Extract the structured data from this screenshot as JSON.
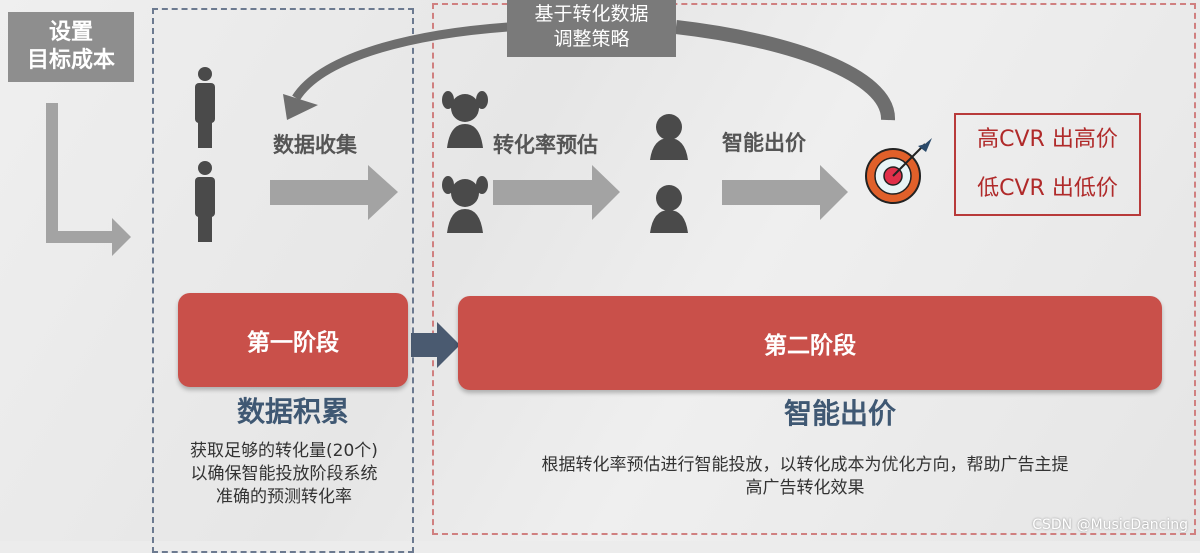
{
  "set_cost": {
    "line1": "设置",
    "line2": "目标成本"
  },
  "feedback": {
    "line1": "基于转化数据",
    "line2": "调整策略"
  },
  "steps": {
    "collect": "数据收集",
    "predict": "转化率预估",
    "bid": "智能出价"
  },
  "cvr": {
    "high": "高CVR 出高价",
    "low": "低CVR 出低价"
  },
  "stage1": {
    "label": "第一阶段",
    "title": "数据积累",
    "desc": [
      "获取足够的转化量(20个)",
      "以确保智能投放阶段系统",
      "准确的预测转化率"
    ]
  },
  "stage2": {
    "label": "第二阶段",
    "title": "智能出价",
    "desc": [
      "根据转化率预估进行智能投放，以转化成本为优化方向，帮助广告主提",
      "高广告转化效果"
    ]
  },
  "watermark": "CSDN @MusicDancing",
  "colors": {
    "stage": "#c9504a",
    "title": "#3f5873",
    "arrow": "#a0a0a0"
  }
}
